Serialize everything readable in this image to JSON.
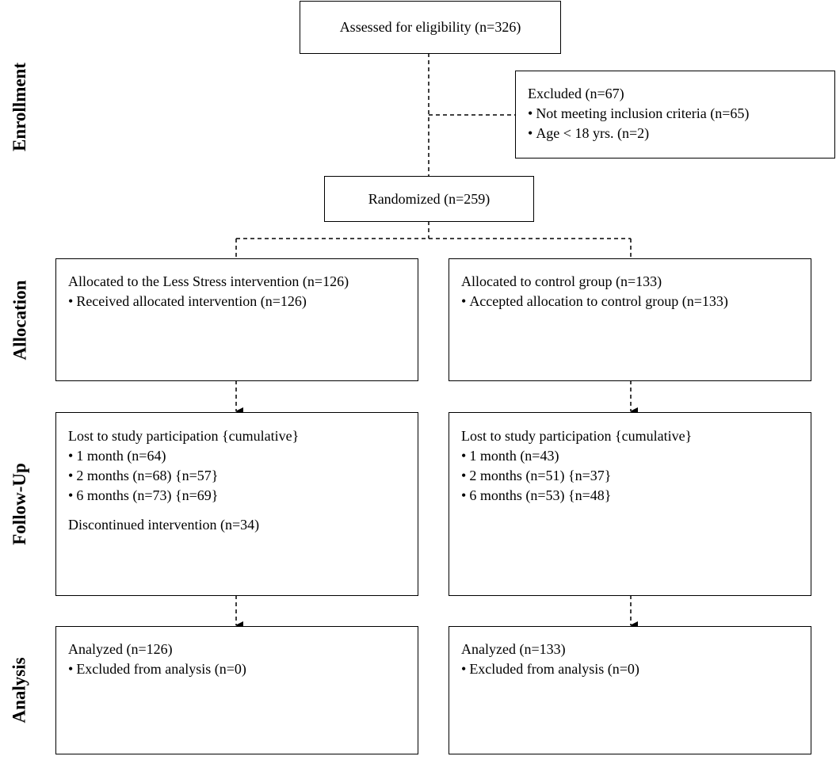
{
  "stages": {
    "enrollment": "Enrollment",
    "allocation": "Allocation",
    "follow_up": "Follow-Up",
    "analysis": "Analysis"
  },
  "assessed": "Assessed for eligibility (n=326)",
  "excluded": {
    "title": "Excluded  (n=67)",
    "items": [
      "Not meeting inclusion criteria (n=65)",
      "Age < 18 yrs. (n=2)"
    ]
  },
  "randomized": "Randomized (n=259)",
  "arms": {
    "intervention": {
      "allocation": {
        "title": "Allocated to the Less Stress intervention (n=126)",
        "items": [
          "Received allocated intervention (n=126)"
        ]
      },
      "follow_up": {
        "title": "Lost to study participation {cumulative}",
        "items": [
          "1 month (n=64)",
          "2 months (n=68) {n=57}",
          "6 months (n=73) {n=69}"
        ],
        "note": "Discontinued intervention (n=34)"
      },
      "analysis": {
        "title": "Analyzed  (n=126)",
        "items": [
          "Excluded from analysis (n=0)"
        ]
      }
    },
    "control": {
      "allocation": {
        "title": "Allocated to control group (n=133)",
        "items": [
          "Accepted allocation to control group (n=133)"
        ]
      },
      "follow_up": {
        "title": "Lost to study participation {cumulative}",
        "items": [
          "1 month (n=43)",
          "2 months (n=51) {n=37}",
          "6 months (n=53) {n=48}"
        ]
      },
      "analysis": {
        "title": "Analyzed  (n=133)",
        "items": [
          "Excluded from analysis (n=0)"
        ]
      }
    }
  },
  "bullet_glyph": "•"
}
